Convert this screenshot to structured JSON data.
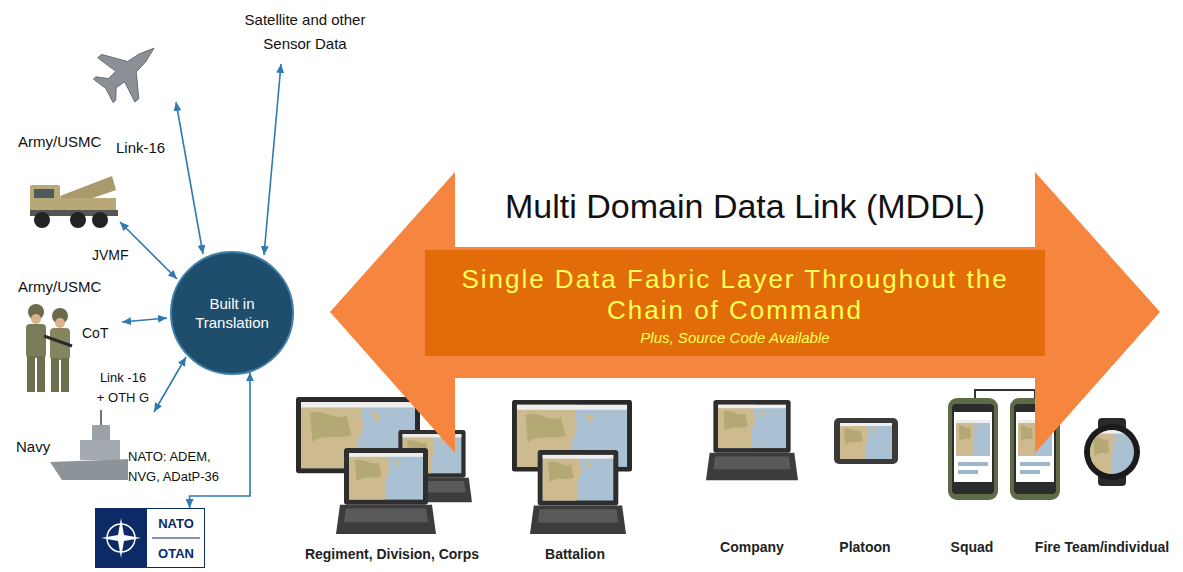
{
  "diagram": {
    "nodes": [
      {
        "text": [
          "Built in Translation"
        ]
      },
      {
        "text": [
          "Multi Domain Data Link (MDDL)"
        ]
      },
      {
        "text": [
          "Single Data Fabric Layer Throughout the Chain of Command",
          "Plus, Source Code Available"
        ],
        "in": 1
      },
      {
        "text": [
          "NATO",
          "OTAN"
        ]
      }
    ],
    "edges": [
      {
        "from": 3,
        "to": 0,
        "arrow": "both",
        "label": "NATO: ADEM, NVG, ADatP-36"
      }
    ],
    "labels": [
      "Satellite and other Sensor Data",
      "Army/USMC",
      "Link-16",
      "JVMF",
      "Army/USMC",
      "CoT",
      "Link -16 + OTH G",
      "Navy",
      "Regiment, Division, Corps",
      "Battalion",
      "Company",
      "Platoon",
      "Squad",
      "Fire Team/individual"
    ]
  }
}
